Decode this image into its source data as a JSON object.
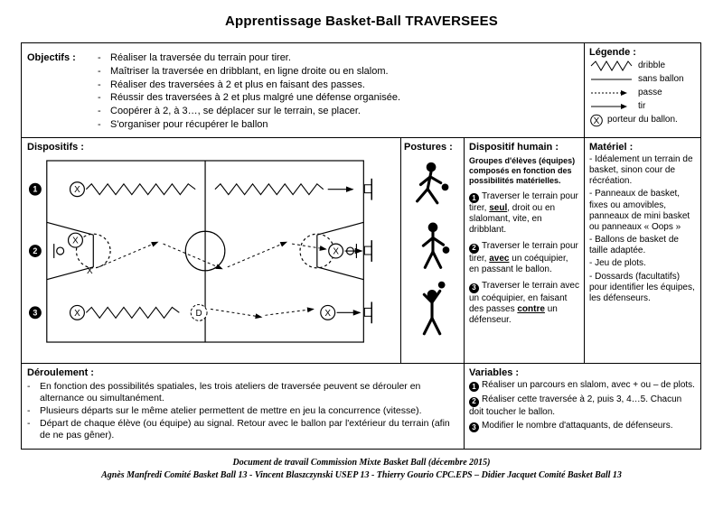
{
  "title": "Apprentissage Basket-Ball TRAVERSEES",
  "bullet": "-",
  "objectifs": {
    "label": "Objectifs :",
    "items": [
      "Réaliser la traversée du terrain pour tirer.",
      "Maîtriser la traversée en dribblant, en ligne droite ou en slalom.",
      "Réaliser des traversées à 2 et plus en faisant des passes.",
      "Réussir des traversées à 2 et plus malgré une défense organisée.",
      "Coopérer à 2, à 3…, se déplacer sur le terrain, se placer.",
      "S'organiser pour récupérer le ballon"
    ]
  },
  "legende": {
    "label": "Légende :",
    "items": [
      {
        "symbol": "zigzag-line",
        "label": "dribble"
      },
      {
        "symbol": "solid-line",
        "label": "sans ballon"
      },
      {
        "symbol": "dotted-arrow",
        "label": "passe"
      },
      {
        "symbol": "solid-arrow",
        "label": "tir"
      },
      {
        "symbol": "circled-x",
        "symbol_text": "X",
        "label": "porteur du ballon."
      }
    ]
  },
  "dispositifs": {
    "label": "Dispositifs :",
    "diagram": {
      "x_marker": "X",
      "d_marker": "D",
      "rows": [
        "1",
        "2",
        "3"
      ]
    }
  },
  "postures": {
    "label": "Postures :"
  },
  "dispositif_humain": {
    "label": "Dispositif humain :",
    "intro": "Groupes d'élèves (équipes) composés en fonction des possibilités matérielles.",
    "items": [
      {
        "num": "1",
        "pre": "Traverser le terrain pour tirer, ",
        "em": "seul",
        "post": ", droit ou en slalomant, vite, en dribblant."
      },
      {
        "num": "2",
        "pre": "Traverser le terrain pour tirer, ",
        "em": "avec",
        "post": " un coéquipier, en passant le ballon."
      },
      {
        "num": "3",
        "pre": "Traverser le terrain avec un coéquipier, en faisant des passes ",
        "em": "contre",
        "post": " un défenseur."
      }
    ]
  },
  "materiel": {
    "label": "Matériel :",
    "items": [
      "- Idéalement un terrain de basket, sinon cour de récréation.",
      "- Panneaux de basket, fixes ou amovibles, panneaux de mini basket ou panneaux « Oops »",
      "- Ballons de basket de taille adaptée.",
      "- Jeu de plots.",
      "- Dossards (facultatifs) pour identifier les équipes, les défenseurs."
    ]
  },
  "deroulement": {
    "label": "Déroulement :",
    "items": [
      "En fonction des possibilités spatiales, les trois ateliers de traversée peuvent se dérouler en alternance ou simultanément.",
      "Plusieurs départs sur le même atelier permettent de mettre en jeu la concurrence (vitesse).",
      "Départ de chaque élève (ou équipe) au signal. Retour avec le ballon par l'extérieur du terrain (afin de ne pas gêner)."
    ]
  },
  "variables": {
    "label": "Variables :",
    "items": [
      {
        "num": "1",
        "text": "Réaliser un parcours en slalom, avec + ou – de plots."
      },
      {
        "num": "2",
        "text": "Réaliser cette traversée à 2, puis 3, 4…5. Chacun doit toucher le ballon."
      },
      {
        "num": "3",
        "text": "Modifier le nombre d'attaquants, de défenseurs."
      }
    ]
  },
  "footer": {
    "line1": "Document de travail Commission Mixte Basket Ball (décembre 2015)",
    "line2": "Agnès Manfredi Comité Basket Ball 13 - Vincent Blaszczynski USEP 13 - Thierry Gourio CPC.EPS – Didier Jacquet Comité Basket Ball 13"
  }
}
